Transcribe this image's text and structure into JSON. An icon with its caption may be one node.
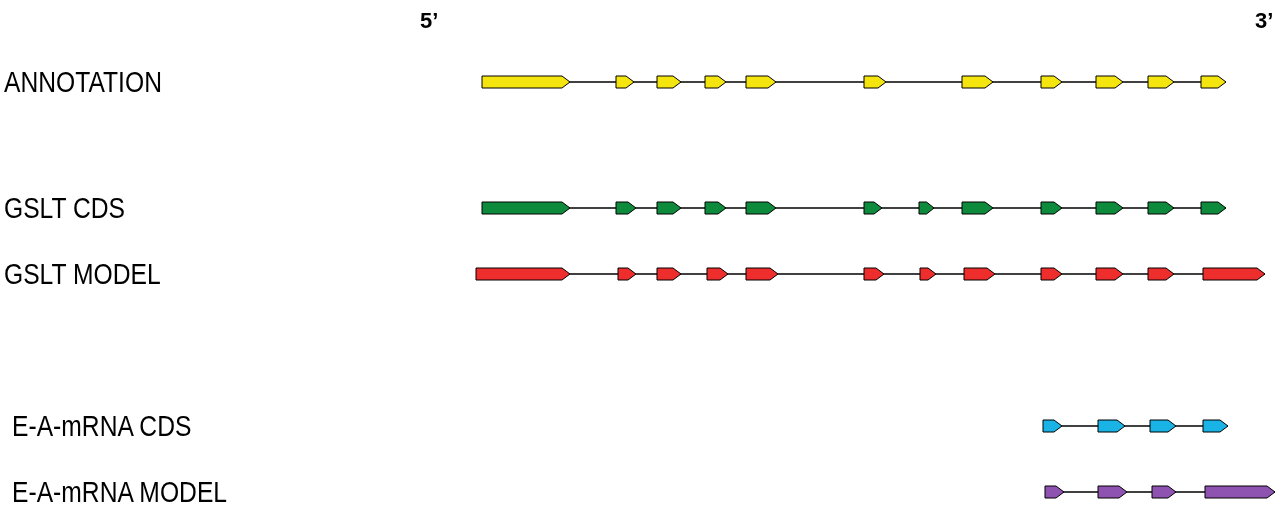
{
  "diagram": {
    "labels": [
      "5’",
      "3’",
      "ANNOTATION",
      "GSLT CDS",
      "GSLT MODEL",
      "E-A-mRNA CDS",
      "E-A-mRNA MODEL"
    ]
  }
}
